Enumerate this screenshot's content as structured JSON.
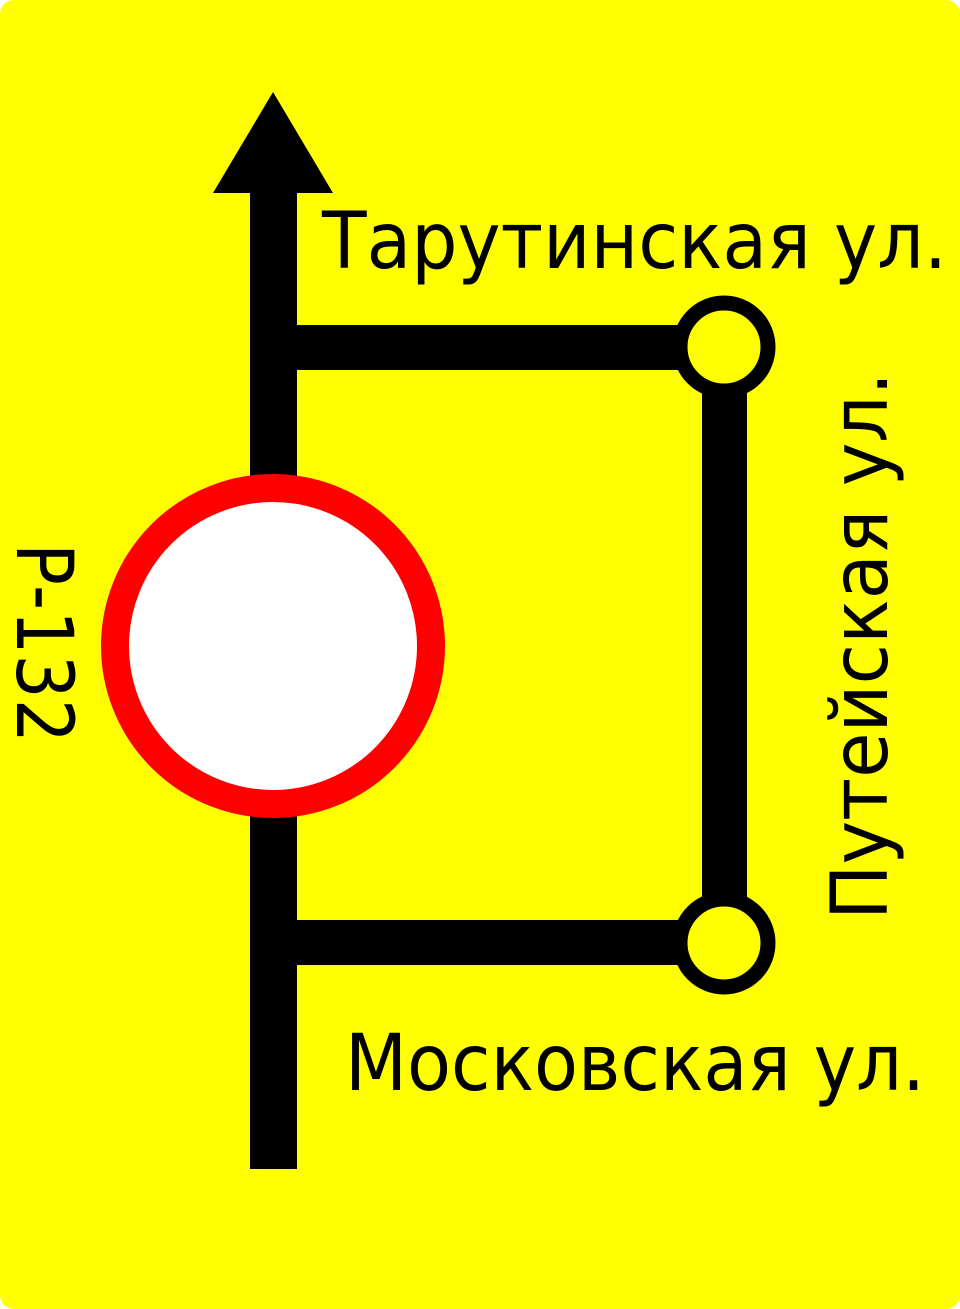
{
  "sign": {
    "background_color": "#FFFF00",
    "road_color": "#000000",
    "prohibition_ring_color": "#FF0000",
    "prohibition_fill_color": "#FFFFFF"
  },
  "labels": {
    "top_street": "Тарутинская ул.",
    "right_street": "Путейская ул.",
    "bottom_street": "Московская ул.",
    "highway": "Р-132"
  },
  "icons": {
    "direction_arrow": "arrow-up-icon",
    "prohibition": "no-vehicles-sign-icon",
    "junction": "junction-circle-icon"
  }
}
